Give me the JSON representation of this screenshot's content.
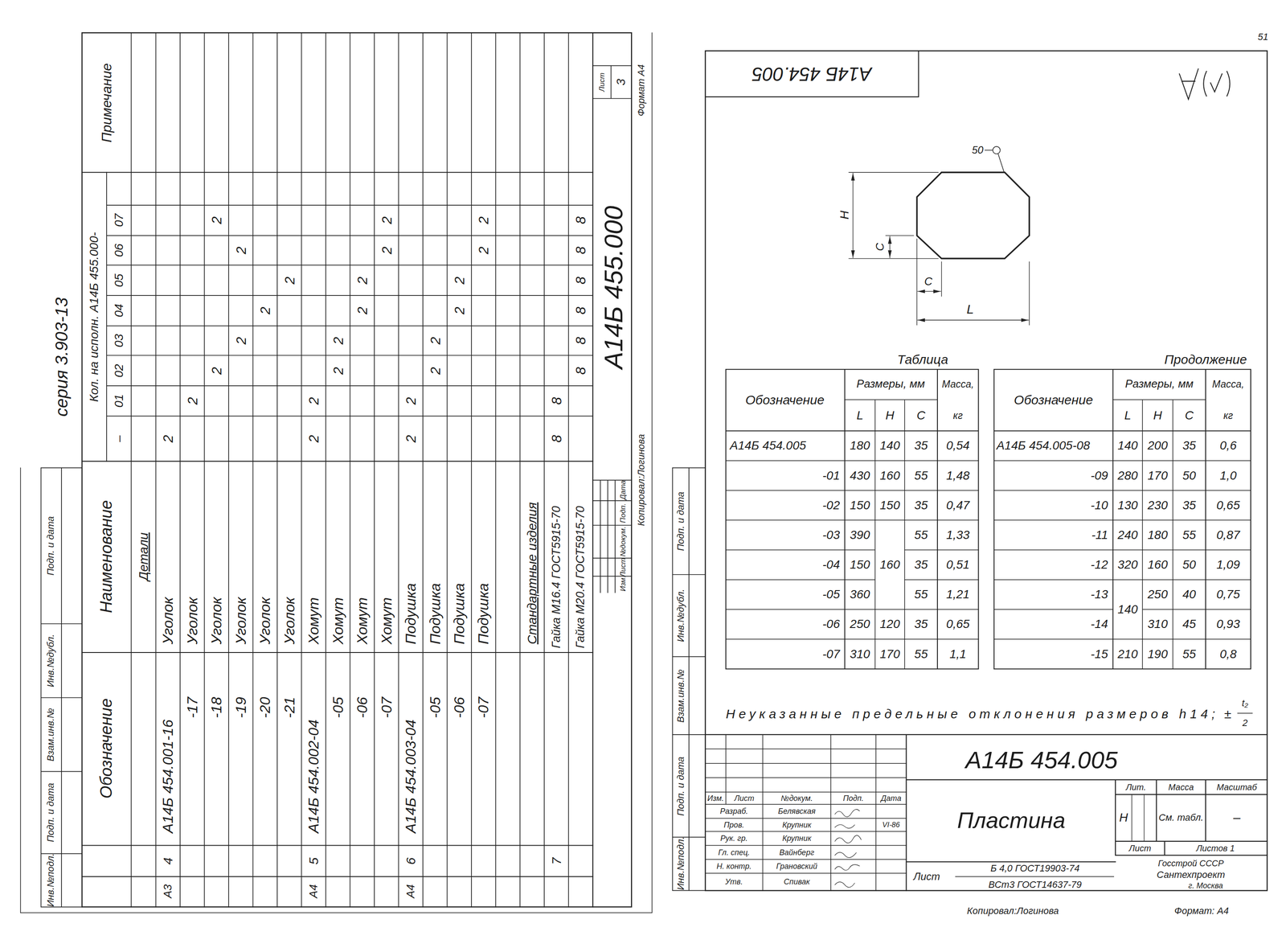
{
  "diagram": {
    "labels": [
      "серия 3.903-13",
      "Инв.№подл.",
      "Подп. и дата",
      "Взам.инв.№",
      "Инв.№дубл.",
      "Подп. и дата",
      "Обозначение",
      "Наименование",
      "Кол. на исполн. А14Б 455.000-",
      "–",
      "01",
      "02",
      "03",
      "04",
      "05",
      "06",
      "07",
      "Примечание",
      "Детали",
      "А3",
      "4",
      "А14Б 454.001-16",
      "Уголок",
      "2",
      "-17",
      "Уголок",
      "2",
      "-18",
      "Уголок",
      "2",
      "2",
      "-19",
      "Уголок",
      "2",
      "2",
      "-20",
      "Уголок",
      "2",
      "-21",
      "Уголок",
      "2",
      "А4",
      "5",
      "А14Б 454.002-04",
      "Хомут",
      "2",
      "2",
      "-05",
      "Хомут",
      "2",
      "2",
      "-06",
      "Хомут",
      "2",
      "2",
      "-07",
      "Хомут",
      "2",
      "2",
      "А4",
      "6",
      "А14Б 454.003-04",
      "Подушка",
      "2",
      "2",
      "-05",
      "Подушка",
      "2",
      "2",
      "-06",
      "Подушка",
      "2",
      "2",
      "-07",
      "Подушка",
      "2",
      "2",
      "Стандартные изделия",
      "7",
      "Гайка М16.4 ГОСТ5915-70",
      "8",
      "8",
      "Гайка М20.4 ГОСТ5915-70",
      "8",
      "8",
      "8",
      "8",
      "8",
      "8",
      "Изм",
      "Лист",
      "№докум.",
      "Подп.",
      "Дата",
      "А14Б 455.000",
      "Лист",
      "3",
      "Копировал:Логинова",
      "Формат А4",
      "51",
      "А14Б 454.005",
      "Инв.№подл.",
      "Подп. и дата",
      "Взам.инв.№",
      "Инв.№дубл.",
      "Подп. и дата",
      "50",
      "H",
      "C",
      "C",
      "L",
      "Таблица",
      "Продолжение",
      "Обозначение",
      "Размеры, мм",
      "Масса,",
      "L",
      "H",
      "C",
      "кг",
      "А14Б 454.005",
      "180",
      "140",
      "35",
      "0,54",
      "-01",
      "430",
      "160",
      "55",
      "1,48",
      "-02",
      "150",
      "150",
      "35",
      "0,47",
      "-03",
      "390",
      "55",
      "1,33",
      "-04",
      "150",
      "160",
      "35",
      "0,51",
      "-05",
      "360",
      "55",
      "1,21",
      "-06",
      "250",
      "120",
      "35",
      "0,65",
      "-07",
      "310",
      "170",
      "55",
      "1,1",
      "Обозначение",
      "Размеры, мм",
      "Масса,",
      "L",
      "H",
      "C",
      "кг",
      "А14Б 454.005-08",
      "140",
      "200",
      "35",
      "0,6",
      "-09",
      "280",
      "170",
      "50",
      "1,0",
      "-10",
      "130",
      "230",
      "35",
      "0,65",
      "-11",
      "240",
      "180",
      "55",
      "0,87",
      "-12",
      "320",
      "160",
      "50",
      "1,09",
      "-13",
      "140",
      "250",
      "40",
      "0,75",
      "-14",
      "310",
      "45",
      "0,93",
      "-15",
      "210",
      "190",
      "55",
      "0,8",
      "Неуказанные предельные отклонения размеров h14;",
      "±",
      "t₂",
      "2",
      "А14Б 454.005",
      "Пластина",
      "Лит.",
      "Масса",
      "Масштаб",
      "Н",
      "См. табл.",
      "–",
      "Лист",
      "Листов 1",
      "Госстрой СССР",
      "Сантехпроект",
      "г. Москва",
      "Лист",
      "Б 4,0 ГОСТ19903-74",
      "ВСт3 ГОСТ14637-79",
      "Изм.",
      "Лист",
      "№докум.",
      "Подп.",
      "Дата",
      "Разраб.",
      "Белявская",
      "Пров.",
      "Крупник",
      "VI-86",
      "Рук. гр.",
      "Крупник",
      "Гл. спец.",
      "Вайнберг",
      "Н. контр.",
      "Грановский",
      "Утв.",
      "Спивак",
      "Копировал:Логинова",
      "Формат: А4"
    ]
  }
}
